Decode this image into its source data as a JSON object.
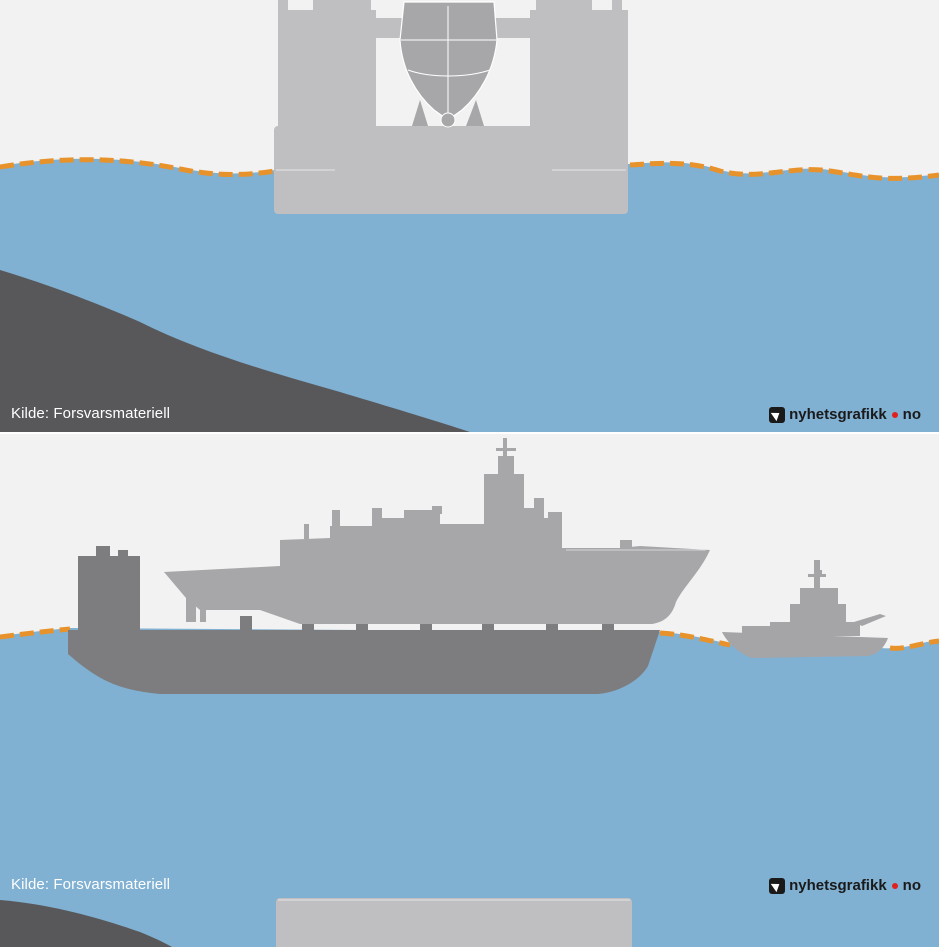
{
  "colors": {
    "sky": "#f2f2f2",
    "water": "#80b0d2",
    "seabed": "#58585a",
    "boom": "#e8922b",
    "dock": "#bfbfc1",
    "barge": "#7d7d7f",
    "frigate": "#a7a7a9",
    "tug": "#a5a5a7",
    "brand_dot": "#e02020"
  },
  "panels": [
    {
      "source": "Kilde: Forsvarsmateriell",
      "brand": {
        "name": "nyhetsgrafikk",
        "tld": "no"
      }
    },
    {
      "source": "Kilde: Forsvarsmateriell",
      "brand": {
        "name": "nyhetsgrafikk",
        "tld": "no"
      }
    }
  ]
}
